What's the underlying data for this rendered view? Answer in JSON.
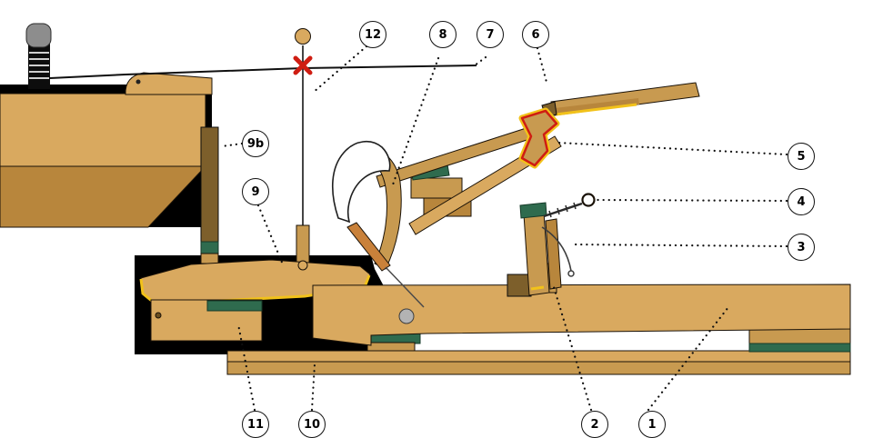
{
  "callouts": [
    {
      "label": "1"
    },
    {
      "label": "2"
    },
    {
      "label": "3"
    },
    {
      "label": "4"
    },
    {
      "label": "5"
    },
    {
      "label": "6"
    },
    {
      "label": "7"
    },
    {
      "label": "8"
    },
    {
      "label": "9"
    },
    {
      "label": "9b"
    },
    {
      "label": "10"
    },
    {
      "label": "11"
    },
    {
      "label": "12"
    }
  ],
  "palette": {
    "wood_light": "#d9a95f",
    "wood_mid": "#c89a50",
    "wood_dark": "#b8863c",
    "wood_deep": "#7d5f2b",
    "felt_green": "#2f6b4e",
    "accent_yellow": "#f2c21a",
    "accent_red": "#cf1d12",
    "metal": "#8d8d8d",
    "ink": "#111111"
  }
}
